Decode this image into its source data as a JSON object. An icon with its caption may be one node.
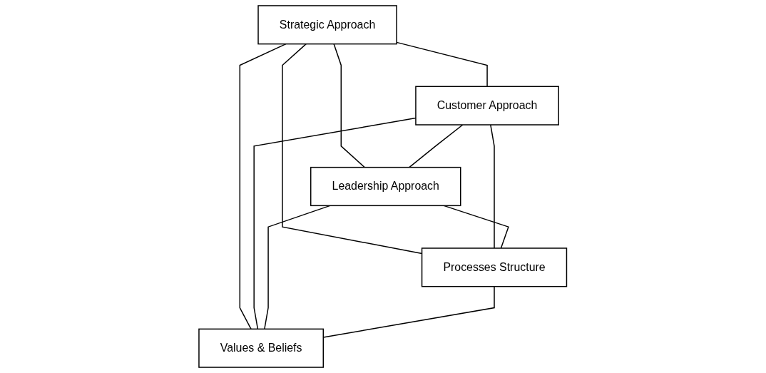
{
  "diagram": {
    "nodes": [
      {
        "text": [
          "Strategic Approach"
        ]
      },
      {
        "text": [
          "Customer Approach"
        ]
      },
      {
        "text": [
          "Leadership Approach"
        ]
      },
      {
        "text": [
          "Processes Structure"
        ]
      },
      {
        "text": [
          "Values & Beliefs"
        ]
      }
    ],
    "edges": [
      {
        "from": 0,
        "to": 1,
        "arrow": "none"
      },
      {
        "from": 0,
        "to": 2,
        "arrow": "none"
      },
      {
        "from": 0,
        "to": 3,
        "arrow": "none"
      },
      {
        "from": 0,
        "to": 4,
        "arrow": "none"
      },
      {
        "from": 1,
        "to": 2,
        "arrow": "none"
      },
      {
        "from": 1,
        "to": 3,
        "arrow": "none"
      },
      {
        "from": 1,
        "to": 4,
        "arrow": "none"
      },
      {
        "from": 2,
        "to": 3,
        "arrow": "none"
      },
      {
        "from": 2,
        "to": 4,
        "arrow": "none"
      },
      {
        "from": 3,
        "to": 4,
        "arrow": "none"
      }
    ]
  }
}
